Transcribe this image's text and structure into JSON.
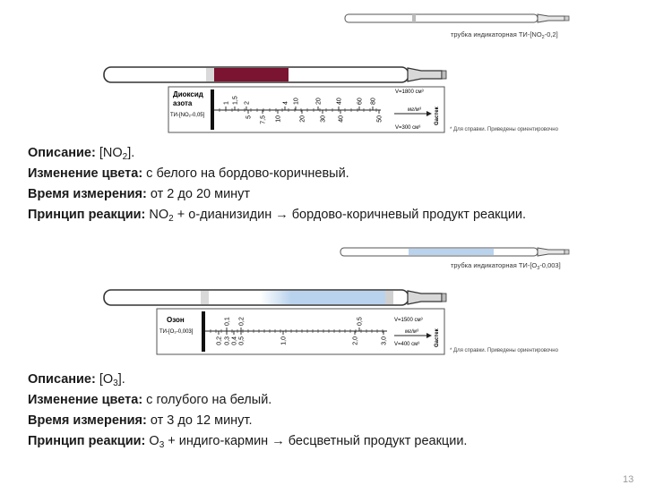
{
  "slide_number": "13",
  "figure_no2": {
    "small_tube_caption": "трубка индикаторная ТИ-[NO",
    "small_tube_caption_sub": "2",
    "small_tube_caption_end": "-0,2]",
    "scale_name_line1": "Диоксид",
    "scale_name_line2": "азота",
    "scale_model": "ТИ-[NO₂-0,05]",
    "top_ticks": [
      "1",
      "1,5",
      "2",
      "4",
      "10",
      "20",
      "40",
      "60",
      "80"
    ],
    "bottom_ticks": [
      "5",
      "7,5",
      "10",
      "20",
      "30",
      "40",
      "50"
    ],
    "unit": "мг/м³",
    "volume_top": "V=1800 см³",
    "volume_bottom": "V=300 см³",
    "brand": "Gастек",
    "reference_note": "* Для справки. Приведены ориентировочно",
    "stain_color": "#7a1430"
  },
  "section_no2": {
    "line1_label": "Описание:",
    "line1_text_a": " [NO",
    "line1_sub": "2",
    "line1_text_b": "].",
    "line2_label": "Изменение цвета:",
    "line2_text": " с белого на бордово-коричневый.",
    "line3_label": "Время измерения:",
    "line3_text": " от 2 до 20 минут",
    "line4_label": "Принцип реакции:",
    "line4_text_a": " NO",
    "line4_sub": "2",
    "line4_text_b": " + о-дианизидин → бордово-коричневый продукт реакции."
  },
  "figure_o3": {
    "small_tube_caption": "трубка индикаторная ТИ-[O",
    "small_tube_caption_sub": "3",
    "small_tube_caption_end": "-0,003]",
    "scale_name": "Озон",
    "scale_model": "ТИ-[O₃-0,003]",
    "top_ticks": [
      "0,1",
      "0,2",
      "0,5"
    ],
    "bottom_ticks": [
      "0,2",
      "0,3",
      "0,4",
      "0,5",
      "1,0",
      "2,0",
      "3,0"
    ],
    "unit": "мг/м³",
    "volume_top": "V=1500 см³",
    "volume_bottom": "V=400 см³",
    "brand": "Gастек",
    "reference_note": "* Для справки. Приведены ориентировочно",
    "stain_color": "#b9d3ee"
  },
  "section_o3": {
    "line1_label": "Описание:",
    "line1_text_a": " [O",
    "line1_sub": "3",
    "line1_text_b": "].",
    "line2_label": "Изменение цвета:",
    "line2_text": " с голубого на белый.",
    "line3_label": "Время измерения:",
    "line3_text": " от 3 до 12 минут.",
    "line4_label": "Принцип реакции:",
    "line4_text_a": " O",
    "line4_sub": "3",
    "line4_text_b": " + индиго-кармин → бесцветный продукт реакции."
  }
}
